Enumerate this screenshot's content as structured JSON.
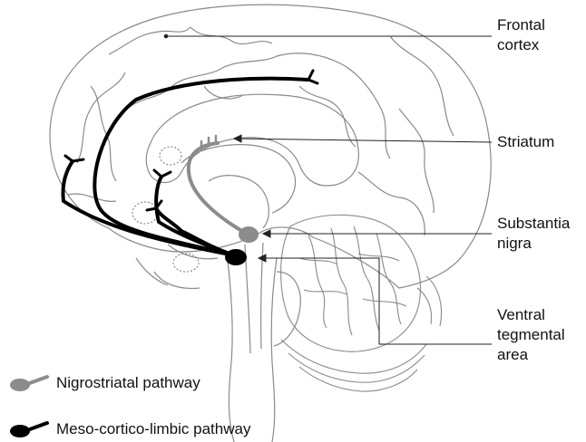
{
  "labels": {
    "frontal_cortex": [
      "Frontal",
      "cortex"
    ],
    "striatum": "Striatum",
    "substantia_nigra": [
      "Substantia",
      "nigra"
    ],
    "ventral_tegmental_area": [
      "Ventral",
      "tegmental",
      "area"
    ]
  },
  "legend": [
    {
      "label": "Nigrostriatal pathway",
      "color": "#8c8c8c"
    },
    {
      "label": "Meso-cortico-limbic pathway",
      "color": "#000000"
    }
  ],
  "colors": {
    "outline": "#8a8a8a",
    "nigrostriatal": "#8c8c8c",
    "mesocorticolimbic": "#000000",
    "leader_line": "#222222"
  }
}
